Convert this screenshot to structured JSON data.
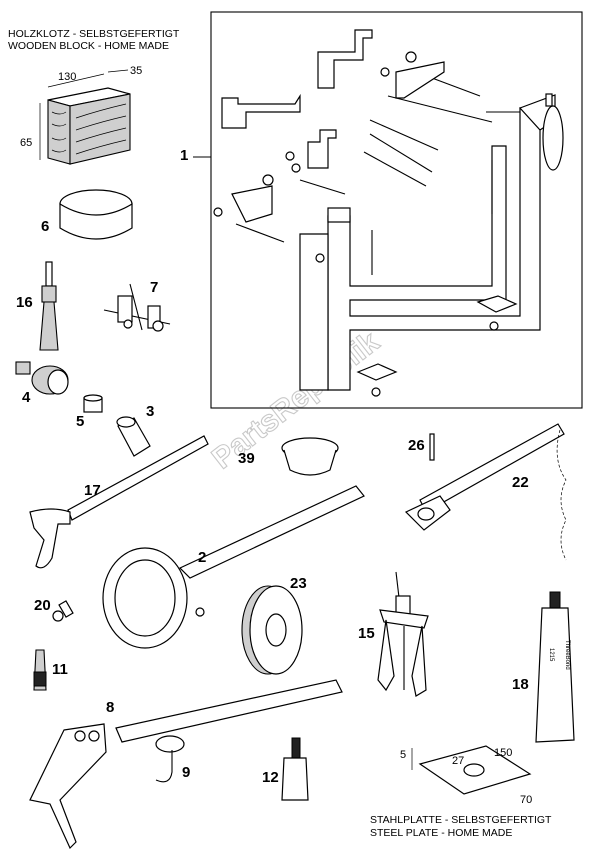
{
  "watermark": "PartsRepublik",
  "wooden_block": {
    "caption_line1": "HOLZKLOTZ - SELBSTGEFERTIGT",
    "caption_line2": "WOODEN BLOCK - HOME MADE",
    "dim_length": "130",
    "dim_width": "35",
    "dim_height": "65"
  },
  "steel_plate": {
    "caption_line1": "STAHLPLATTE - SELBSTGEFERTIGT",
    "caption_line2": "STEEL PLATE - HOME MADE",
    "dim_thickness": "5",
    "dim_hole": "27",
    "dim_length": "150",
    "dim_width": "70"
  },
  "tube_labels": {
    "brand": "ThreeBond",
    "number": "1215"
  },
  "part_numbers": {
    "p1": "1",
    "p2": "2",
    "p3": "3",
    "p4": "4",
    "p5": "5",
    "p6": "6",
    "p7": "7",
    "p8": "8",
    "p9": "9",
    "p11": "11",
    "p12": "12",
    "p15": "15",
    "p16": "16",
    "p17": "17",
    "p18": "18",
    "p20": "20",
    "p22": "22",
    "p23": "23",
    "p26": "26",
    "p39": "39"
  }
}
